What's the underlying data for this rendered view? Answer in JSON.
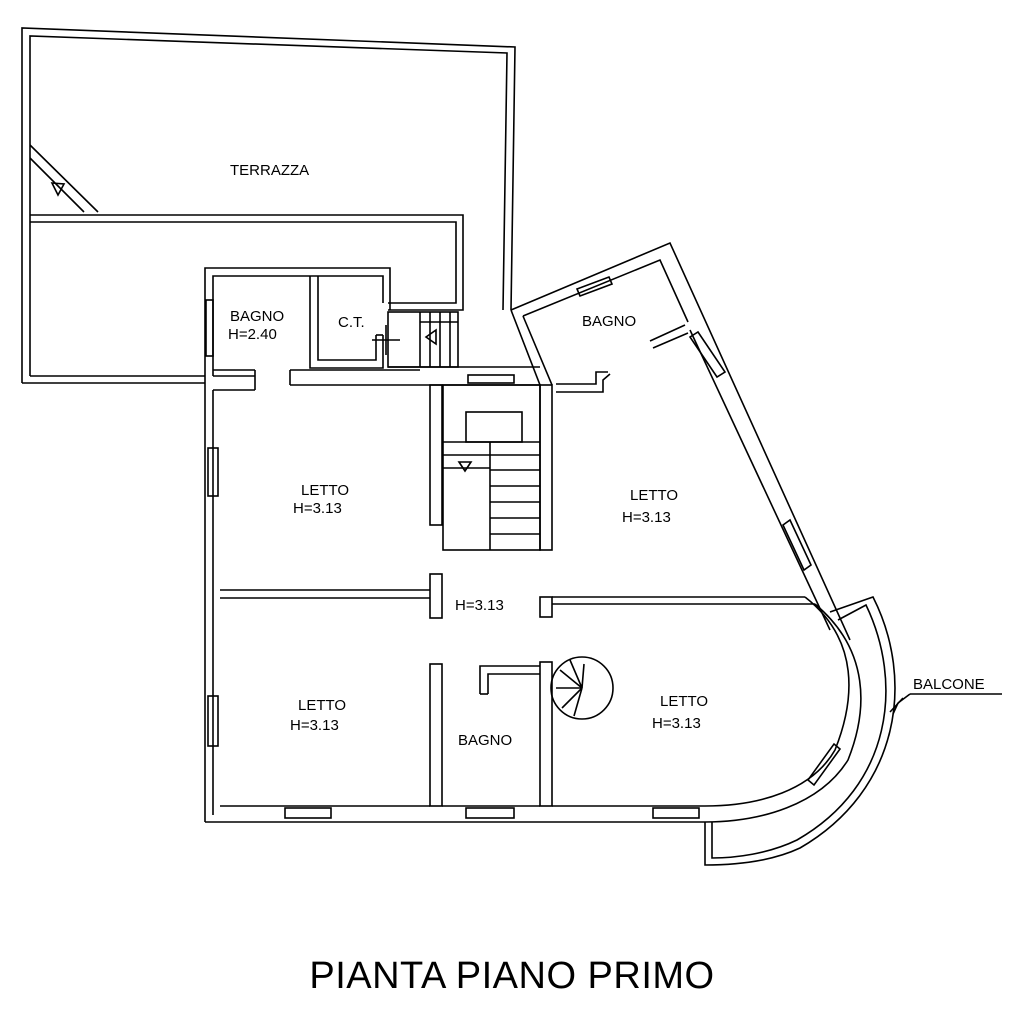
{
  "title": "PIANTA PIANO PRIMO",
  "rooms": {
    "terrazza": {
      "name": "TERRAZZA"
    },
    "bagno_small": {
      "name": "BAGNO",
      "height": "H=2.40"
    },
    "ct": {
      "name": "C.T."
    },
    "bagno_top_right": {
      "name": "BAGNO"
    },
    "letto_top_left": {
      "name": "LETTO",
      "height": "H=3.13"
    },
    "letto_top_right": {
      "name": "LETTO",
      "height": "H=3.13"
    },
    "corridor": {
      "height": "H=3.13"
    },
    "letto_bottom_left": {
      "name": "LETTO",
      "height": "H=3.13"
    },
    "bagno_bottom": {
      "name": "BAGNO"
    },
    "letto_bottom_right": {
      "name": "LETTO",
      "height": "H=3.13"
    },
    "balcone": {
      "name": "BALCONE"
    }
  },
  "colors": {
    "ink": "#000000",
    "background": "#ffffff"
  }
}
